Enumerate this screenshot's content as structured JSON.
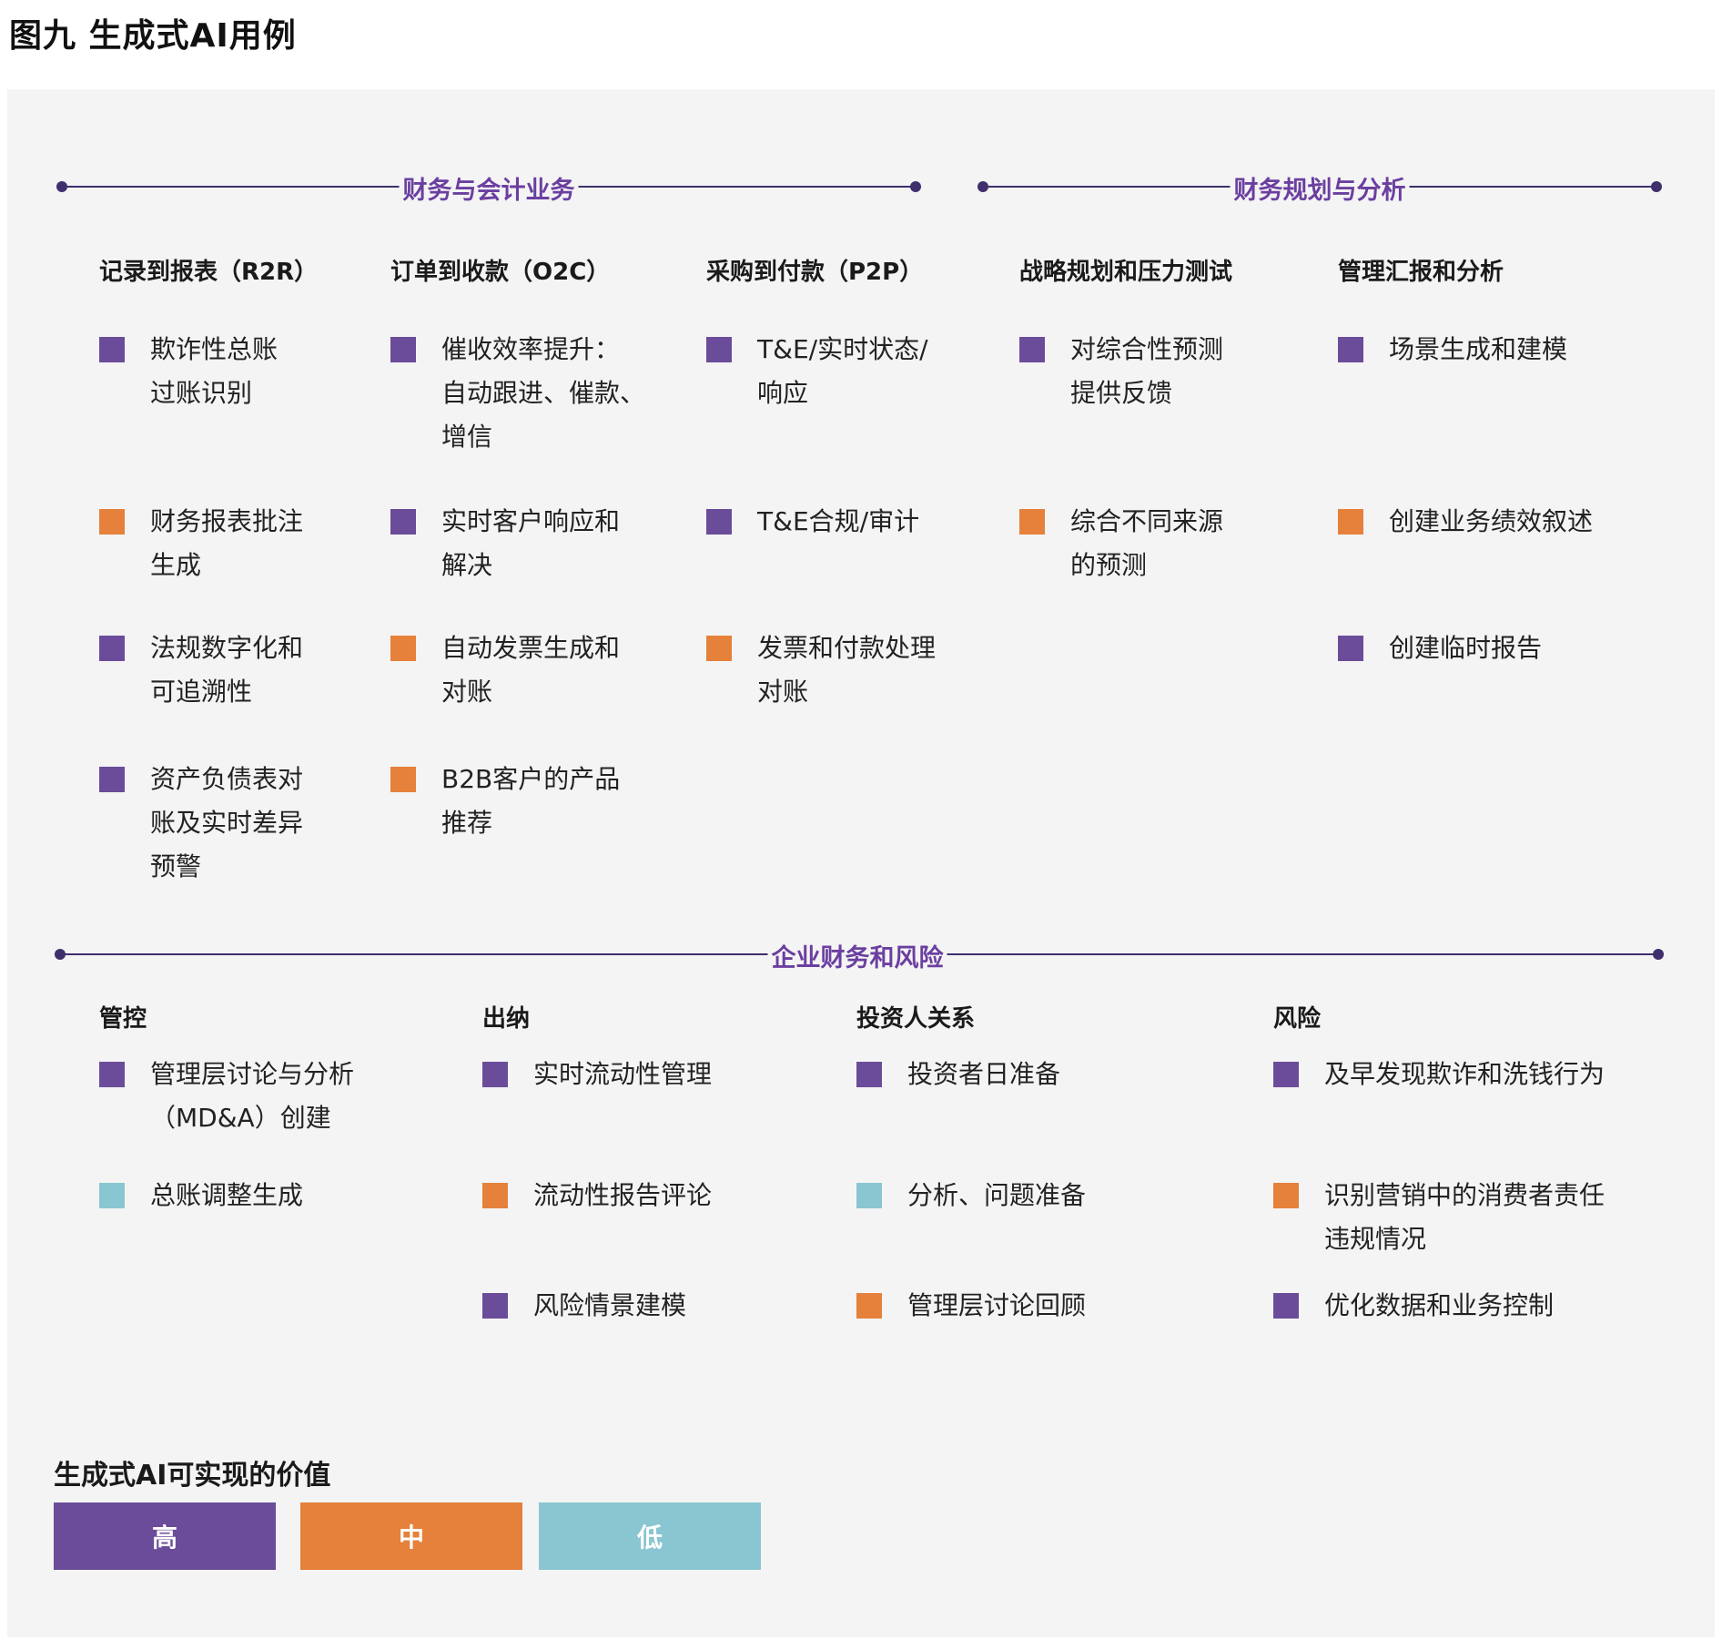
{
  "title": "图九  生成式AI用例",
  "colors": {
    "high": "#6b4c9a",
    "medium": "#e5813a",
    "low": "#89c6d1",
    "accent": "#6b3fa0",
    "line": "#3f2f6d"
  },
  "sections": {
    "finance_accounting": "财务与会计业务",
    "planning_analysis": "财务规划与分析",
    "enterprise_risk": "企业财务和风险"
  },
  "columns": {
    "r2r": {
      "heading": "记录到报表（R2R）",
      "items": [
        {
          "lines": [
            "欺诈性总账",
            "过账识别"
          ],
          "level": "high"
        },
        {
          "lines": [
            "财务报表批注",
            "生成"
          ],
          "level": "medium"
        },
        {
          "lines": [
            "法规数字化和",
            "可追溯性"
          ],
          "level": "high"
        },
        {
          "lines": [
            "资产负债表对",
            "账及实时差异",
            "预警"
          ],
          "level": "high"
        }
      ]
    },
    "o2c": {
      "heading": "订单到收款（O2C）",
      "items": [
        {
          "lines": [
            "催收效率提升：",
            "自动跟进、催款、",
            "增信"
          ],
          "level": "high"
        },
        {
          "lines": [
            "实时客户响应和",
            "解决"
          ],
          "level": "high"
        },
        {
          "lines": [
            "自动发票生成和",
            "对账"
          ],
          "level": "medium"
        },
        {
          "lines": [
            "B2B客户的产品",
            "推荐"
          ],
          "level": "medium"
        }
      ]
    },
    "p2p": {
      "heading": "采购到付款（P2P）",
      "items": [
        {
          "lines": [
            "T&E/实时状态/",
            "响应"
          ],
          "level": "high"
        },
        {
          "lines": [
            "T&E合规/审计"
          ],
          "level": "high"
        },
        {
          "lines": [
            "发票和付款处理",
            "对账"
          ],
          "level": "medium"
        }
      ]
    },
    "strategy": {
      "heading": "战略规划和压力测试",
      "items": [
        {
          "lines": [
            "对综合性预测",
            "提供反馈"
          ],
          "level": "high"
        },
        {
          "lines": [
            "综合不同来源",
            "的预测"
          ],
          "level": "medium"
        }
      ]
    },
    "mgmt_report": {
      "heading": "管理汇报和分析",
      "items": [
        {
          "lines": [
            "场景生成和建模"
          ],
          "level": "high"
        },
        {
          "lines": [
            "创建业务绩效叙述"
          ],
          "level": "medium"
        },
        {
          "lines": [
            "创建临时报告"
          ],
          "level": "high"
        }
      ]
    },
    "control": {
      "heading": "管控",
      "items": [
        {
          "lines": [
            "管理层讨论与分析",
            "（MD&A）创建"
          ],
          "level": "high"
        },
        {
          "lines": [
            "总账调整生成"
          ],
          "level": "low"
        }
      ]
    },
    "treasury": {
      "heading": "出纳",
      "items": [
        {
          "lines": [
            "实时流动性管理"
          ],
          "level": "high"
        },
        {
          "lines": [
            "流动性报告评论"
          ],
          "level": "medium"
        },
        {
          "lines": [
            "风险情景建模"
          ],
          "level": "high"
        }
      ]
    },
    "investor": {
      "heading": "投资人关系",
      "items": [
        {
          "lines": [
            "投资者日准备"
          ],
          "level": "high"
        },
        {
          "lines": [
            "分析、问题准备"
          ],
          "level": "low"
        },
        {
          "lines": [
            "管理层讨论回顾"
          ],
          "level": "medium"
        }
      ]
    },
    "risk": {
      "heading": "风险",
      "items": [
        {
          "lines": [
            "及早发现欺诈和洗钱行为"
          ],
          "level": "high"
        },
        {
          "lines": [
            "识别营销中的消费者责任",
            "违规情况"
          ],
          "level": "medium"
        },
        {
          "lines": [
            "优化数据和业务控制"
          ],
          "level": "high"
        }
      ]
    }
  },
  "legend": {
    "title": "生成式AI可实现的价值",
    "high": "高",
    "medium": "中",
    "low": "低"
  }
}
